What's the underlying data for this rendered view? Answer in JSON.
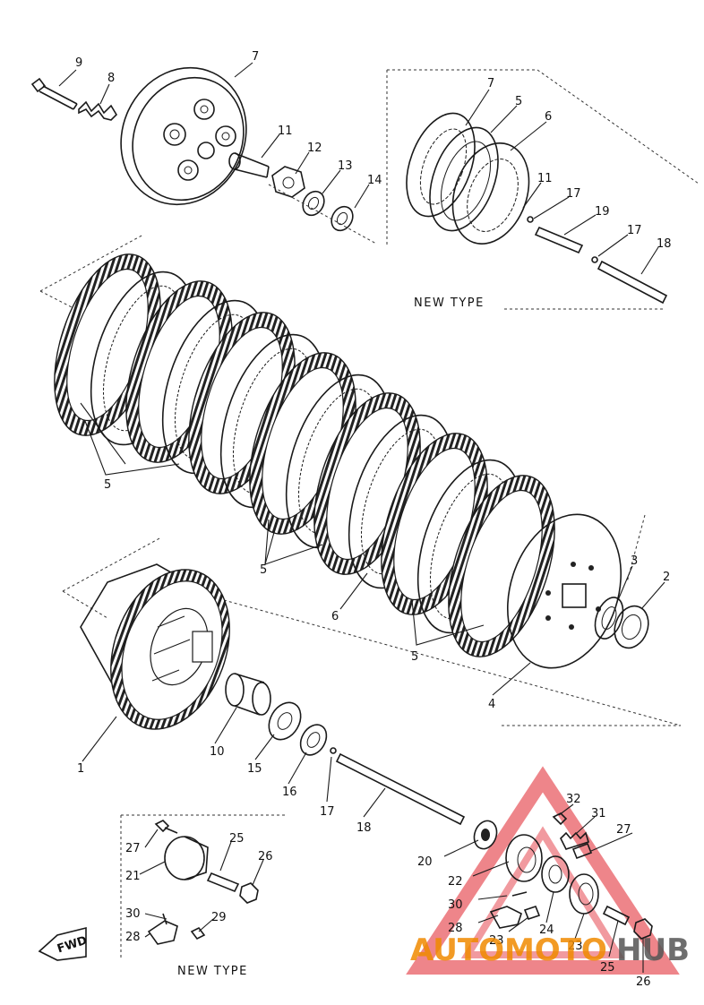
{
  "diagram": {
    "new_type_top": "NEW  TYPE",
    "new_type_bottom": "NEW  TYPE",
    "fwd_label": "FWD",
    "callouts": {
      "c9": "9",
      "c8": "8",
      "c7a": "7",
      "c11a": "11",
      "c12": "12",
      "c13": "13",
      "c14": "14",
      "c7b": "7",
      "c5a": "5",
      "c6a": "6",
      "c11b": "11",
      "c17a": "17",
      "c19": "19",
      "c17b": "17",
      "c18a": "18",
      "c5b": "5",
      "c5c": "5",
      "c6b": "6",
      "c5d": "5",
      "c3": "3",
      "c2": "2",
      "c4": "4",
      "c1": "1",
      "c10": "10",
      "c15": "15",
      "c16": "16",
      "c17c": "17",
      "c18b": "18",
      "c27a": "27",
      "c25a": "25",
      "c26a": "26",
      "c21": "21",
      "c30a": "30",
      "c29": "29",
      "c28a": "28",
      "c20": "20",
      "c32": "32",
      "c31": "31",
      "c27b": "27",
      "c22": "22",
      "c30b": "30",
      "c28b": "28",
      "c24": "24",
      "c23": "23",
      "c25b": "25",
      "c26b": "26",
      "c23b": "23"
    }
  },
  "watermark": {
    "part1": "AUTOMOTO",
    "part2": "HUB",
    "color_primary": "#f08a00",
    "color_secondary": "#555555",
    "triangle_color": "#e0202a"
  }
}
